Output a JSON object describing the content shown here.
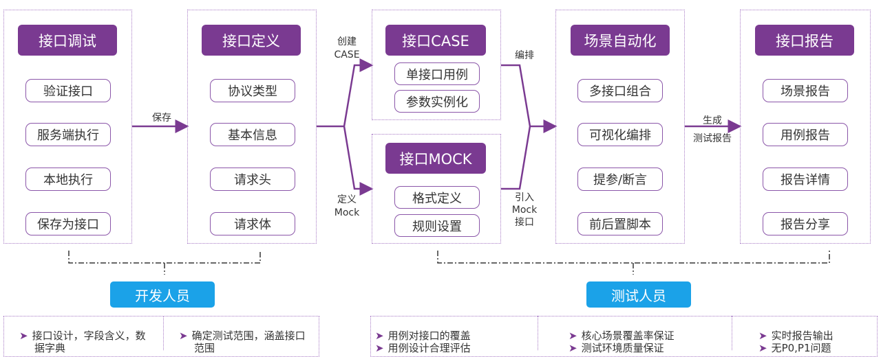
{
  "columns": [
    {
      "id": "debug",
      "header": "接口调试",
      "items": [
        "验证接口",
        "服务端执行",
        "本地执行",
        "保存为接口"
      ]
    },
    {
      "id": "define",
      "header": "接口定义",
      "items": [
        "协议类型",
        "基本信息",
        "请求头",
        "请求体"
      ]
    },
    {
      "id": "case",
      "header": "接口CASE",
      "items": [
        "单接口用例",
        "参数实例化"
      ]
    },
    {
      "id": "mock",
      "header": "接口MOCK",
      "items": [
        "格式定义",
        "规则设置"
      ]
    },
    {
      "id": "scene",
      "header": "场景自动化",
      "items": [
        "多接口组合",
        "可视化编排",
        "提参/断言",
        "前后置脚本"
      ]
    },
    {
      "id": "report",
      "header": "接口报告",
      "items": [
        "场景报告",
        "用例报告",
        "报告详情",
        "报告分享"
      ]
    }
  ],
  "flow_labels": {
    "save": "保存",
    "create_case": [
      "创建",
      "CASE"
    ],
    "define_mock": [
      "定义",
      "Mock"
    ],
    "arrange": "编排",
    "import_mock": [
      "引入",
      "Mock",
      "接口"
    ],
    "generate": [
      "生成",
      "测试报告"
    ]
  },
  "roles": {
    "developer": "开发人员",
    "tester": "测试人员"
  },
  "bottom": [
    {
      "lines": [
        "接口设计，字段含义，数",
        "据字典"
      ]
    },
    {
      "lines": [
        "确定测试范围，涵盖接口",
        "范围"
      ]
    },
    {
      "lines": [
        "用例对接口的覆盖",
        "用例设计合理评估"
      ]
    },
    {
      "lines": [
        "核心场景覆盖率保证",
        "测试环境质量保证"
      ]
    },
    {
      "lines": [
        "实时报告输出",
        "无P0,P1问题"
      ]
    }
  ],
  "colors": {
    "purple": "#7a3a91",
    "blue": "#1ba2e8",
    "dotted": "#a678c4"
  }
}
